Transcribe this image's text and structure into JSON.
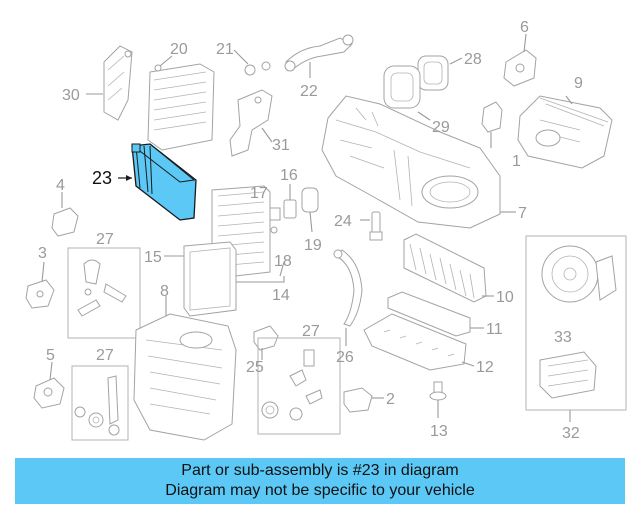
{
  "diagram": {
    "highlighted_part": "23",
    "highlight_color": "#5bc8f5",
    "callouts": [
      {
        "id": "c1",
        "text": "1"
      },
      {
        "id": "c2a",
        "text": "2"
      },
      {
        "id": "c3",
        "text": "3"
      },
      {
        "id": "c4",
        "text": "4"
      },
      {
        "id": "c5",
        "text": "5"
      },
      {
        "id": "c6",
        "text": "6"
      },
      {
        "id": "c7",
        "text": "7"
      },
      {
        "id": "c8",
        "text": "8"
      },
      {
        "id": "c9",
        "text": "9"
      },
      {
        "id": "c10",
        "text": "10"
      },
      {
        "id": "c11",
        "text": "11"
      },
      {
        "id": "c12",
        "text": "12"
      },
      {
        "id": "c13",
        "text": "13"
      },
      {
        "id": "c14",
        "text": "14"
      },
      {
        "id": "c15",
        "text": "15"
      },
      {
        "id": "c16",
        "text": "16"
      },
      {
        "id": "c17",
        "text": "17"
      },
      {
        "id": "c18",
        "text": "18"
      },
      {
        "id": "c19",
        "text": "19"
      },
      {
        "id": "c20",
        "text": "20"
      },
      {
        "id": "c21",
        "text": "21"
      },
      {
        "id": "c22",
        "text": "22"
      },
      {
        "id": "c23",
        "text": "23"
      },
      {
        "id": "c24",
        "text": "24"
      },
      {
        "id": "c25",
        "text": "25"
      },
      {
        "id": "c26",
        "text": "26"
      },
      {
        "id": "c27a",
        "text": "27"
      },
      {
        "id": "c27b",
        "text": "27"
      },
      {
        "id": "c27c",
        "text": "27"
      },
      {
        "id": "c28",
        "text": "28"
      },
      {
        "id": "c29",
        "text": "29"
      },
      {
        "id": "c30",
        "text": "30"
      },
      {
        "id": "c31",
        "text": "31"
      },
      {
        "id": "c32",
        "text": "32"
      },
      {
        "id": "c33",
        "text": "33"
      }
    ]
  },
  "caption": {
    "line1": "Part or sub-assembly is #23 in diagram",
    "line2": "Diagram may not be specific to your vehicle",
    "background": "#5bc8f5"
  }
}
